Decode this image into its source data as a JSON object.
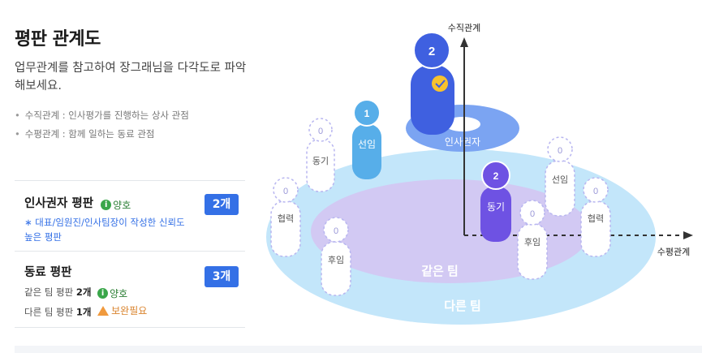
{
  "title": "평판 관계도",
  "description": "업무관계를 참고하여 장그래님을 다각도로 파악해보세요.",
  "bullets": [
    "수직관계 : 인사평가를 진행하는 상사 관점",
    "수평관계 : 함께 일하는 동료 관점"
  ],
  "card1": {
    "title": "인사권자 평판",
    "status": "양호",
    "count": "2개",
    "note": "∗ 대표/임원진/인사팀장이 작성한 신뢰도 높은 평판"
  },
  "card2": {
    "title": "동료 평판",
    "count": "3개",
    "line1_label": "같은 팀 평판",
    "line1_count": "2개",
    "line1_status": "양호",
    "line2_label": "다른 팀 평판",
    "line2_count": "1개",
    "line2_status": "보완필요"
  },
  "diagram": {
    "vertical_axis": "수직관계",
    "horizontal_axis": "수평관계",
    "ring_label": "인사권자",
    "inner_zone": "같은 팀",
    "outer_zone": "다른 팀",
    "people": {
      "boss": {
        "count": "2"
      },
      "senior_solid": {
        "count": "1",
        "label": "선임"
      },
      "peer_solid": {
        "count": "2",
        "label": "동기"
      },
      "peer_dash": {
        "count": "0",
        "label": "동기"
      },
      "collab_left": {
        "count": "0",
        "label": "협력"
      },
      "junior_left": {
        "count": "0",
        "label": "후임"
      },
      "senior_dash": {
        "count": "0",
        "label": "선임"
      },
      "collab_right": {
        "count": "0",
        "label": "협력"
      },
      "junior_right": {
        "count": "0",
        "label": "후임"
      }
    }
  },
  "colors": {
    "accent": "#3470e6",
    "outer_zone": "#c3e6fa",
    "inner_zone": "#d2c9f3",
    "boss": "#3f60e0",
    "senior": "#57aee9",
    "peer": "#6e52e3",
    "ring": "#7ba4f2"
  }
}
